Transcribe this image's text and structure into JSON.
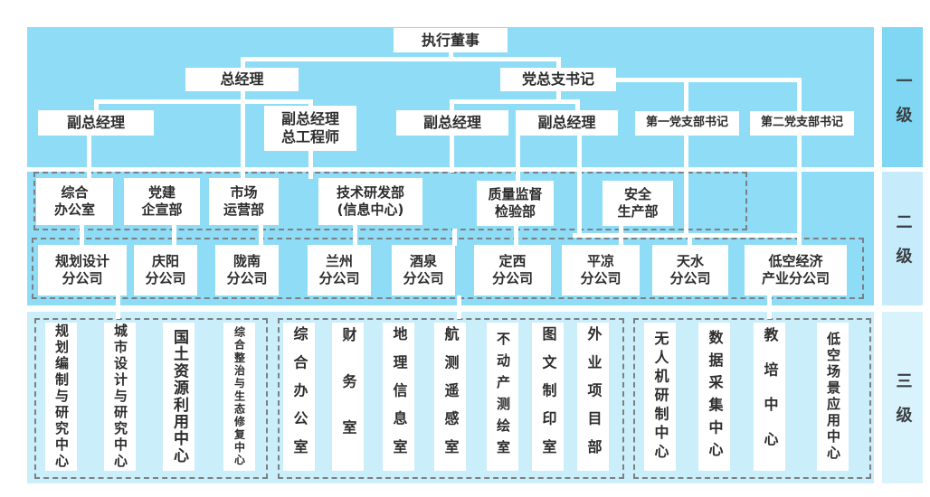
{
  "palette": {
    "band1": "#8edcf6",
    "band2": "#8edcf6",
    "band3": "#cbeefb",
    "side1": "#7fd7f4",
    "side2": "#c6ebfa",
    "side3": "#d9f3fc",
    "line": "#ffffff",
    "dash": "#7b8084",
    "text": "#2d2d2d"
  },
  "side_labels": [
    "一级",
    "二级",
    "三级"
  ],
  "level1": {
    "executive_director": "执行董事",
    "general_manager": "总经理",
    "party_general_branch_secretary": "党总支书记",
    "deputy_gm_left": "副总经理",
    "deputy_gm_chief_engineer": "副总经理\n总工程师",
    "deputy_gm_mid": "副总经理",
    "deputy_gm_right": "副总经理",
    "first_party_branch_secretary": "第一党支部书记",
    "second_party_branch_secretary": "第二党支部书记"
  },
  "level2": {
    "departments": [
      "综合\n办公室",
      "党建\n企宣部",
      "市场\n运营部",
      "技术研发部\n(信息中心)",
      "质量监督\n检验部",
      "安全\n生产部"
    ],
    "branches": [
      "规划设计\n分公司",
      "庆阳\n分公司",
      "陇南\n分公司",
      "兰州\n分公司",
      "酒泉\n分公司",
      "定西\n分公司",
      "平凉\n分公司",
      "天水\n分公司",
      "低空经济\n产业分公司"
    ]
  },
  "level3": {
    "group1": [
      "规划编制与研究中心",
      "城市设计与研究中心",
      "国土资源利用中心",
      "综合整治与生态修复中心"
    ],
    "group2": [
      "综合办公室",
      "财务室",
      "地理信息室",
      "航测遥感室",
      "不动产测绘室",
      "图文制印室",
      "外业项目部"
    ],
    "group3": [
      "无人机研制中心",
      "数据采集中心",
      "教培中心",
      "低空场景应用中心"
    ]
  }
}
